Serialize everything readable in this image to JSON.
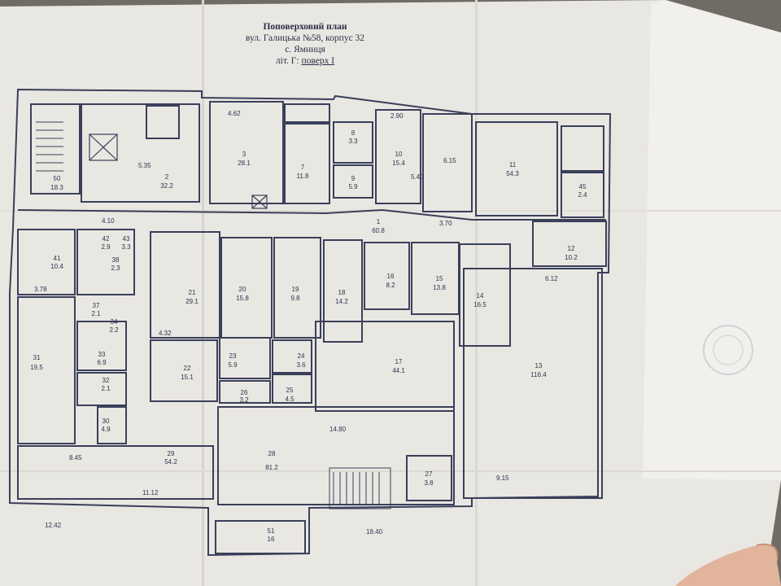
{
  "document": {
    "title": "Поповерховий план",
    "address": "вул. Галицька №58, корпус 32",
    "village": "с. Ямниця",
    "letter_prefix": "літ. Г:",
    "floor": "поверх I"
  },
  "rooms": [
    {
      "n": "1",
      "area": "60.8"
    },
    {
      "n": "2",
      "area": "32.2"
    },
    {
      "n": "3",
      "area": "28.1"
    },
    {
      "n": "7",
      "area": "11.8"
    },
    {
      "n": "8",
      "area": "3.3"
    },
    {
      "n": "9",
      "area": "5.9"
    },
    {
      "n": "10",
      "area": "15.4"
    },
    {
      "n": "11",
      "area": "54.3"
    },
    {
      "n": "12",
      "area": "10.2"
    },
    {
      "n": "13",
      "area": "116.4"
    },
    {
      "n": "14",
      "area": "16.5"
    },
    {
      "n": "15",
      "area": "13.8"
    },
    {
      "n": "16",
      "area": "8.2"
    },
    {
      "n": "17",
      "area": "44.1"
    },
    {
      "n": "18",
      "area": "14.2"
    },
    {
      "n": "19",
      "area": "9.8"
    },
    {
      "n": "20",
      "area": "15.8"
    },
    {
      "n": "21",
      "area": "29.1"
    },
    {
      "n": "22",
      "area": "15.1"
    },
    {
      "n": "23",
      "area": "5.9"
    },
    {
      "n": "24",
      "area": "3.6"
    },
    {
      "n": "25",
      "area": "4.5"
    },
    {
      "n": "26",
      "area": "3.2"
    },
    {
      "n": "27",
      "area": "3.8"
    },
    {
      "n": "28",
      "area": "81.2"
    },
    {
      "n": "29",
      "area": "54.2"
    },
    {
      "n": "30",
      "area": "4.9"
    },
    {
      "n": "31",
      "area": "19.5"
    },
    {
      "n": "32",
      "area": "2.1"
    },
    {
      "n": "33",
      "area": "6.9"
    },
    {
      "n": "34",
      "area": "2.2"
    },
    {
      "n": "37",
      "area": "2.1"
    },
    {
      "n": "38",
      "area": "2.3"
    },
    {
      "n": "41",
      "area": "10.4"
    },
    {
      "n": "42",
      "area": "2.9"
    },
    {
      "n": "43",
      "area": "3.3"
    },
    {
      "n": "45",
      "area": "2.4"
    },
    {
      "n": "50",
      "area": "18.3"
    },
    {
      "n": "51",
      "area": "16"
    }
  ],
  "dimensions": [
    "5.35",
    "4.62",
    "4.10",
    "11.12",
    "12.42",
    "14.80",
    "18.40",
    "9.15",
    "6.12",
    "8.45",
    "4.32",
    "6.15",
    "3.70",
    "5.40",
    "2.90",
    "3.78"
  ]
}
